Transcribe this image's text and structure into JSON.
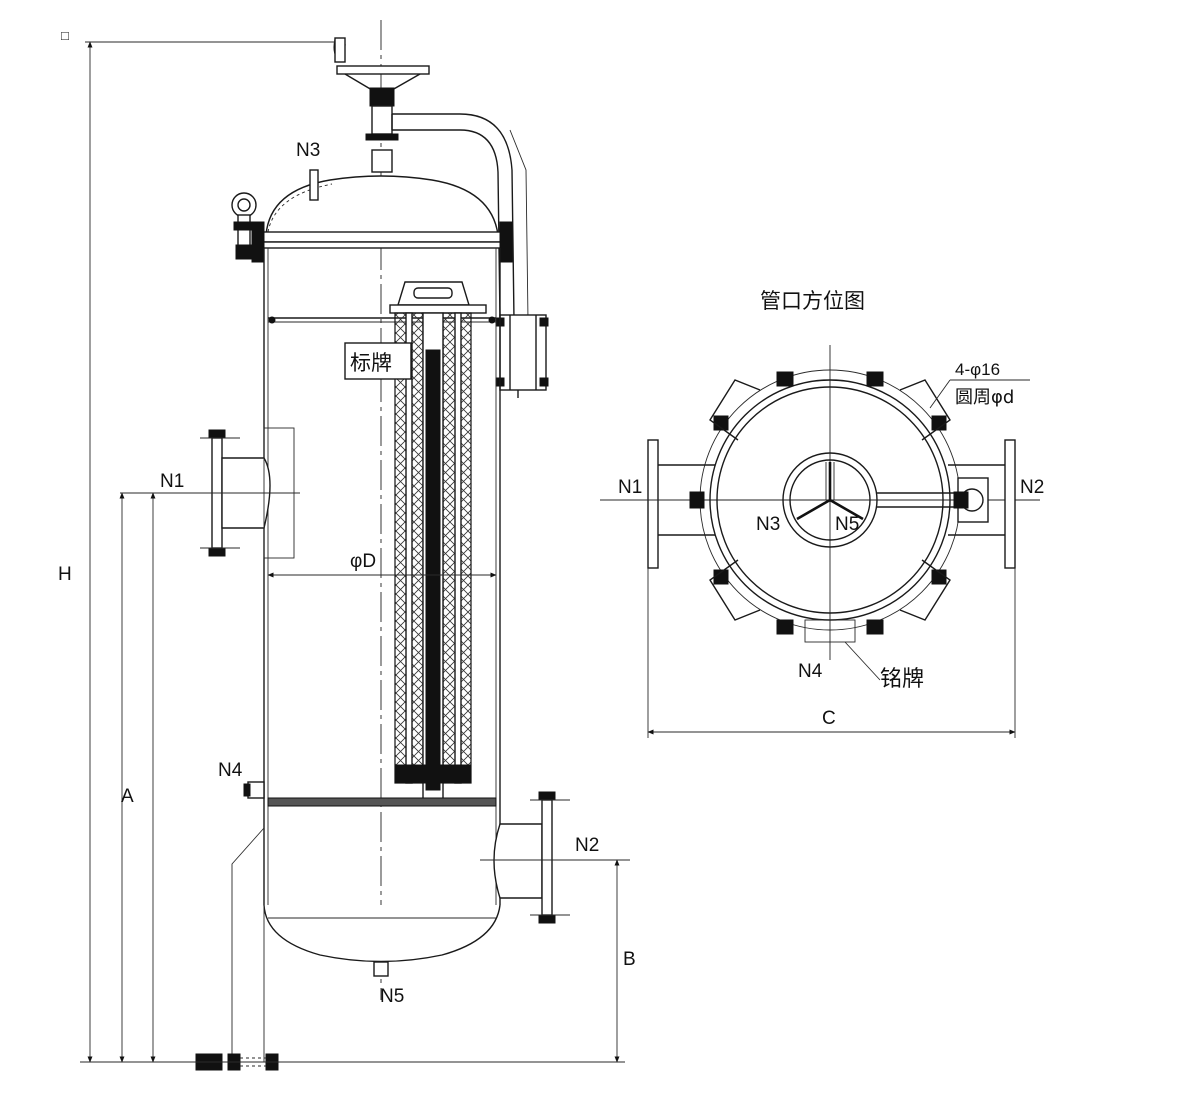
{
  "corner_mark": "□",
  "front_view": {
    "labels": {
      "n1": "N1",
      "n2": "N2",
      "n3": "N3",
      "n4": "N4",
      "n5": "N5",
      "nameplate": "标牌",
      "diameter": "φD",
      "dim_h": "H",
      "dim_a": "A",
      "dim_b": "B"
    }
  },
  "orientation_view": {
    "title": "管口方位图",
    "labels": {
      "n1": "N1",
      "n2": "N2",
      "n3": "N3",
      "n4": "N4",
      "n5": "N5",
      "bolt_spec": "4-φ16",
      "bolt_circle": "圆周φd",
      "nameplate": "铭牌",
      "dim_c": "C"
    }
  }
}
